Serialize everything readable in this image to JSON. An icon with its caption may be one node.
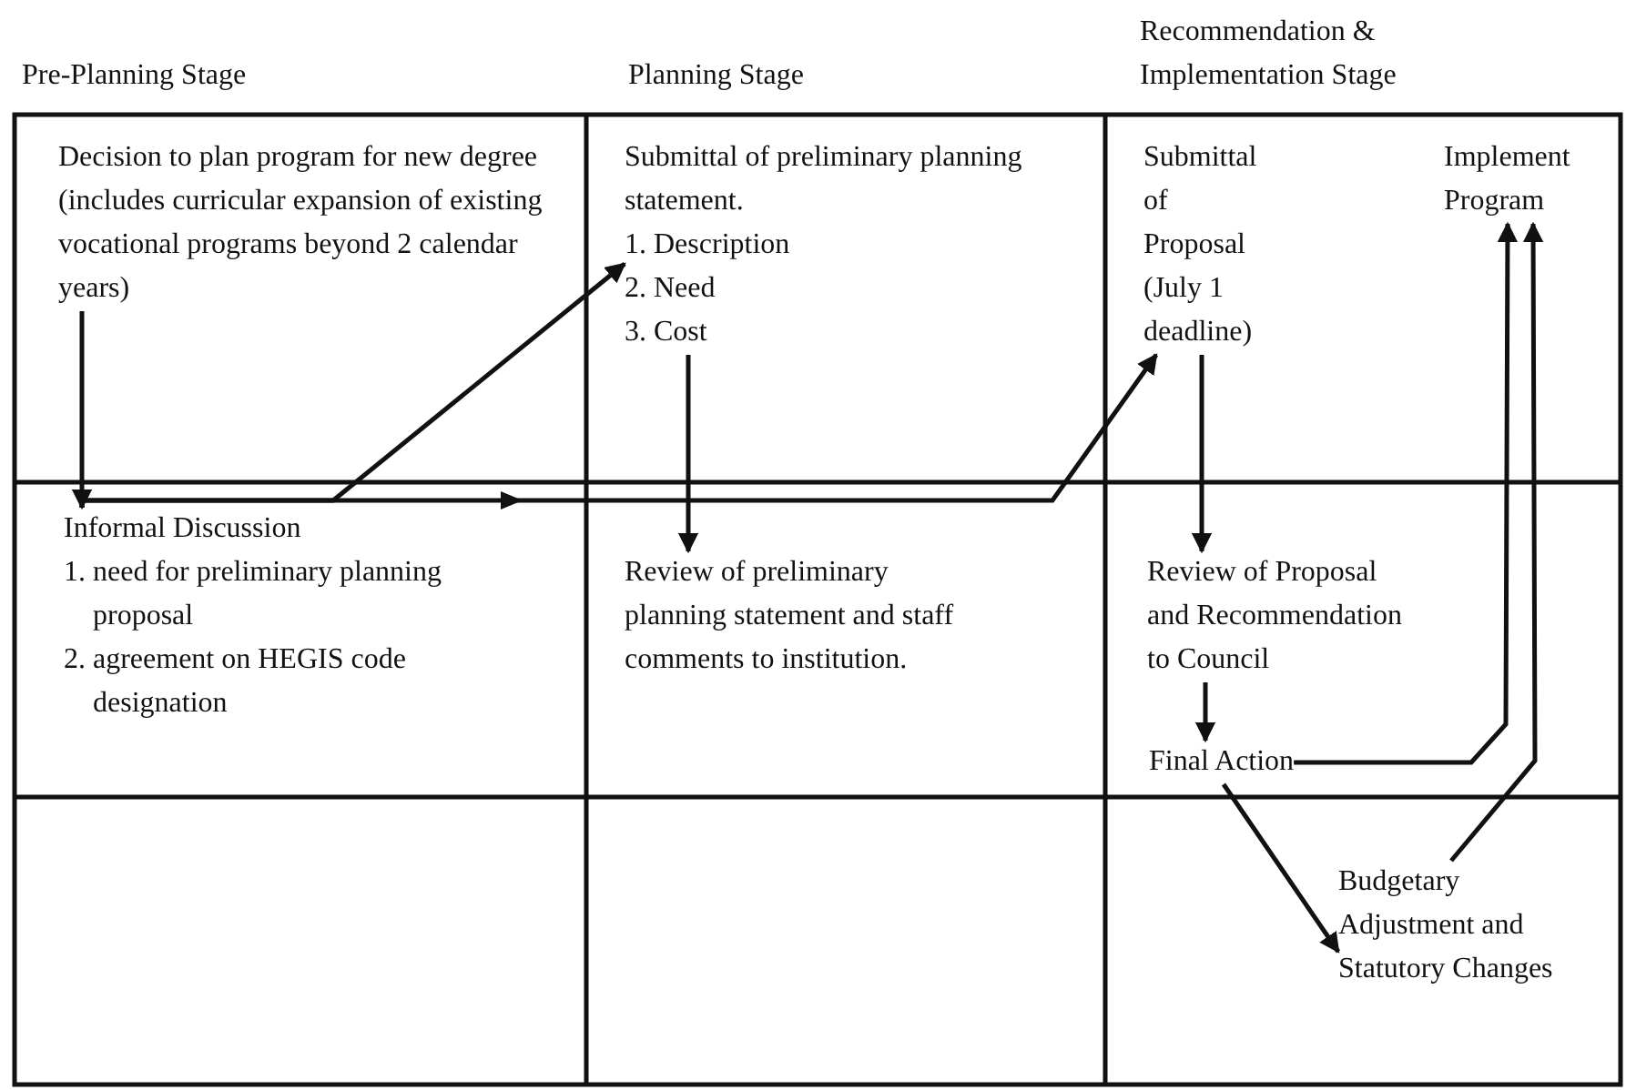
{
  "diagram": {
    "nodes": [
      {
        "text": [
          "Decision to plan program for new degree (includes curricular expansion of existing vocational programs beyond 2 calendar years)"
        ]
      },
      {
        "text": [
          "Submittal of preliminary planning statement.",
          "1. Description",
          "2. Need",
          "3. Cost"
        ]
      },
      {
        "text": [
          "Submittal of Proposal (July 1 deadline)"
        ]
      },
      {
        "text": [
          "Implement Program"
        ]
      },
      {
        "text": [
          "Informal Discussion",
          "1. need for preliminary planning proposal",
          "2. agreement on HEGIS code designation"
        ]
      },
      {
        "text": [
          "Review of preliminary planning statement and staff comments to institution."
        ]
      },
      {
        "text": [
          "Review of Proposal and Recommendation to Council"
        ]
      },
      {
        "text": [
          "Final Action"
        ]
      },
      {
        "text": [
          "Budgetary Adjustment and Statutory Changes"
        ]
      }
    ],
    "edges": [
      {
        "from": 0,
        "to": 4,
        "arrow": "to"
      },
      {
        "from": 4,
        "to": 1,
        "arrow": "to"
      },
      {
        "from": 4,
        "to": 2,
        "arrow": "to"
      },
      {
        "from": 1,
        "to": 5,
        "arrow": "to"
      },
      {
        "from": 2,
        "to": 6,
        "arrow": "to"
      },
      {
        "from": 6,
        "to": 7,
        "arrow": "to"
      },
      {
        "from": 7,
        "to": 3,
        "arrow": "to"
      },
      {
        "from": 8,
        "to": 3,
        "arrow": "to"
      },
      {
        "from": 7,
        "to": 8,
        "arrow": "to"
      }
    ],
    "labels": [
      "Pre-Planning Stage",
      "Planning Stage",
      "Recommendation & Implementation Stage"
    ]
  }
}
